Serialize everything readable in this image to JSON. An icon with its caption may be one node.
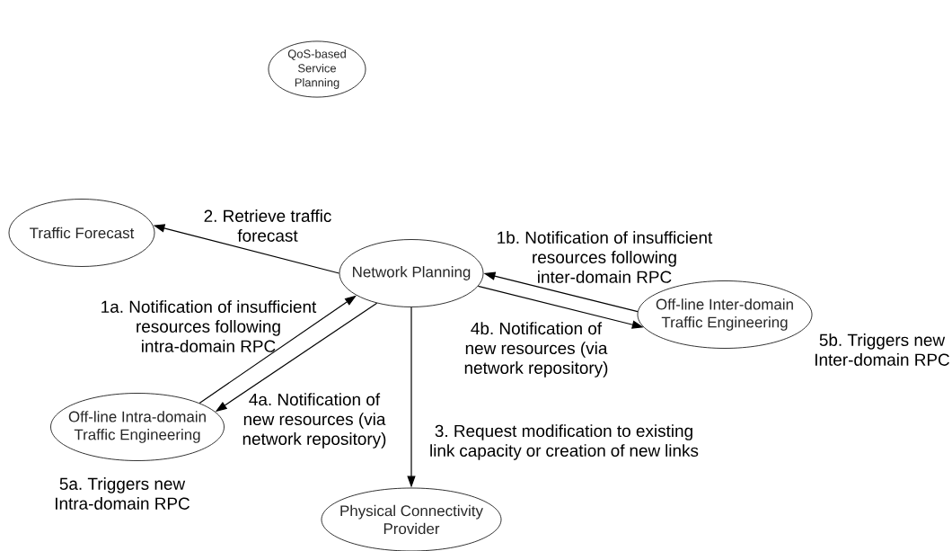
{
  "diagram": {
    "nodes": [
      {
        "text": [
          "QoS-based Service Planning"
        ]
      },
      {
        "text": [
          "Traffic Forecast"
        ]
      },
      {
        "text": [
          "Network Planning"
        ]
      },
      {
        "text": [
          "Off-line Intra-domain Traffic Engineering"
        ],
        "beside": [
          "5a. Triggers new Intra-domain RPC"
        ]
      },
      {
        "text": [
          "Off-line Inter-domain Traffic Engineering"
        ],
        "beside": [
          "5b. Triggers new Inter-domain RPC"
        ]
      },
      {
        "text": [
          "Physical Connectivity Provider"
        ]
      }
    ],
    "edges": [
      {
        "from": 2,
        "to": 1,
        "arrow": "to",
        "label": "2. Retrieve traffic forecast"
      },
      {
        "from": 3,
        "to": 2,
        "arrow": "to",
        "label": "1a. Notification of insufficient resources following intra-domain RPC"
      },
      {
        "from": 2,
        "to": 3,
        "arrow": "to",
        "label": "4a. Notification of new resources (via network repository)"
      },
      {
        "from": 4,
        "to": 2,
        "arrow": "to",
        "label": "1b. Notification of insufficient resources following inter-domain RPC"
      },
      {
        "from": 2,
        "to": 4,
        "arrow": "to",
        "label": "4b. Notification of new resources (via network repository)"
      },
      {
        "from": 2,
        "to": 5,
        "arrow": "to",
        "label": "3. Request modification to existing link capacity or creation of new links"
      }
    ]
  }
}
